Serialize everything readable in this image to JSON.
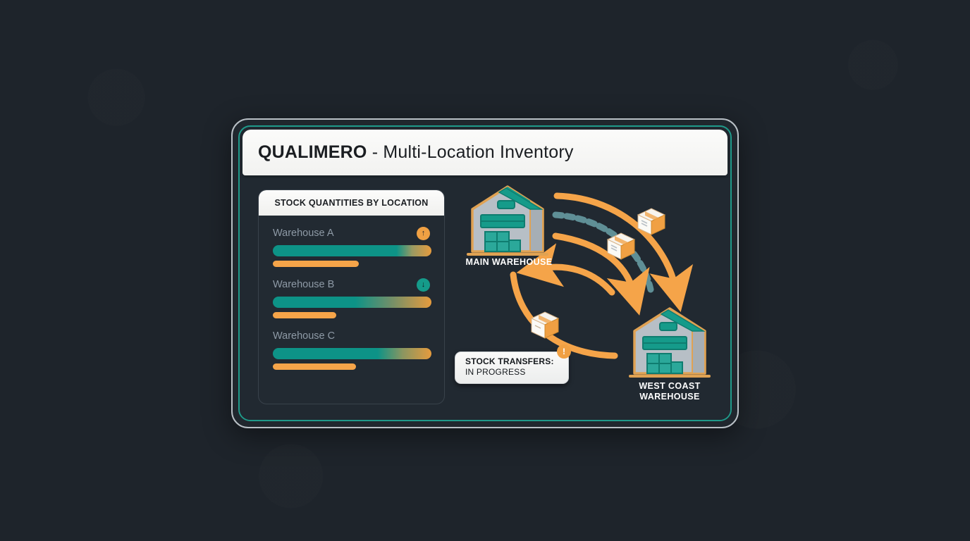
{
  "app": {
    "brand": "QUALIMERO",
    "title_rest": " - Multi-Location Inventory"
  },
  "colors": {
    "background": "#1e242b",
    "panel": "#212931",
    "accent_teal": "#159b8a",
    "accent_orange": "#f5a449",
    "frame_outer": "#b9c0c6",
    "frame_inner": "#1f9a8a",
    "header_bg": "#f6f6f4",
    "muted_text": "#8e9aa6"
  },
  "stock_panel": {
    "header": "STOCK QUANTITIES BY LOCATION",
    "rows": [
      {
        "name": "Warehouse A",
        "trend_icon": "arrow-up-icon",
        "trend": "up",
        "trend_glyph": "↑",
        "main_pct": 85,
        "sub_pct": 54
      },
      {
        "name": "Warehouse B",
        "trend_icon": "arrow-down-icon",
        "trend": "down",
        "trend_glyph": "↓",
        "main_pct": 60,
        "sub_pct": 40
      },
      {
        "name": "Warehouse C",
        "trend_icon": null,
        "trend": "none",
        "trend_glyph": "",
        "main_pct": 75,
        "sub_pct": 52
      }
    ]
  },
  "diagram": {
    "nodes": [
      {
        "id": "main",
        "label": "MAIN WAREHOUSE",
        "icon": "warehouse-icon"
      },
      {
        "id": "west",
        "label_line1": "WEST COAST",
        "label_line2": "WAREHOUSE",
        "icon": "warehouse-icon"
      }
    ],
    "flows": [
      {
        "from": "main",
        "to": "west",
        "style": "solid",
        "color": "#f5a449",
        "icon": "curved-arrow-icon"
      },
      {
        "from": "main",
        "to": "west",
        "style": "dashed",
        "color": "#5f8f96",
        "icon": "curved-arrow-dashed-icon"
      },
      {
        "from": "main",
        "to": "west",
        "style": "solid",
        "color": "#f5a449",
        "icon": "curved-arrow-icon"
      },
      {
        "from": "west",
        "to": "main",
        "style": "solid",
        "color": "#f5a449",
        "icon": "curved-arrow-icon"
      },
      {
        "from": "main",
        "to": "west",
        "style": "solid",
        "color": "#f5a449",
        "icon": "curved-arrow-icon"
      }
    ],
    "packages": [
      {
        "id": "pkg-1",
        "icon": "package-box-icon"
      },
      {
        "id": "pkg-2",
        "icon": "package-box-icon"
      },
      {
        "id": "pkg-3",
        "icon": "package-box-icon"
      }
    ],
    "status_chip": {
      "line1": "STOCK TRANSFERS:",
      "line2": "IN PROGRESS",
      "alert_icon": "alert-exclamation-icon",
      "alert_glyph": "!"
    }
  }
}
